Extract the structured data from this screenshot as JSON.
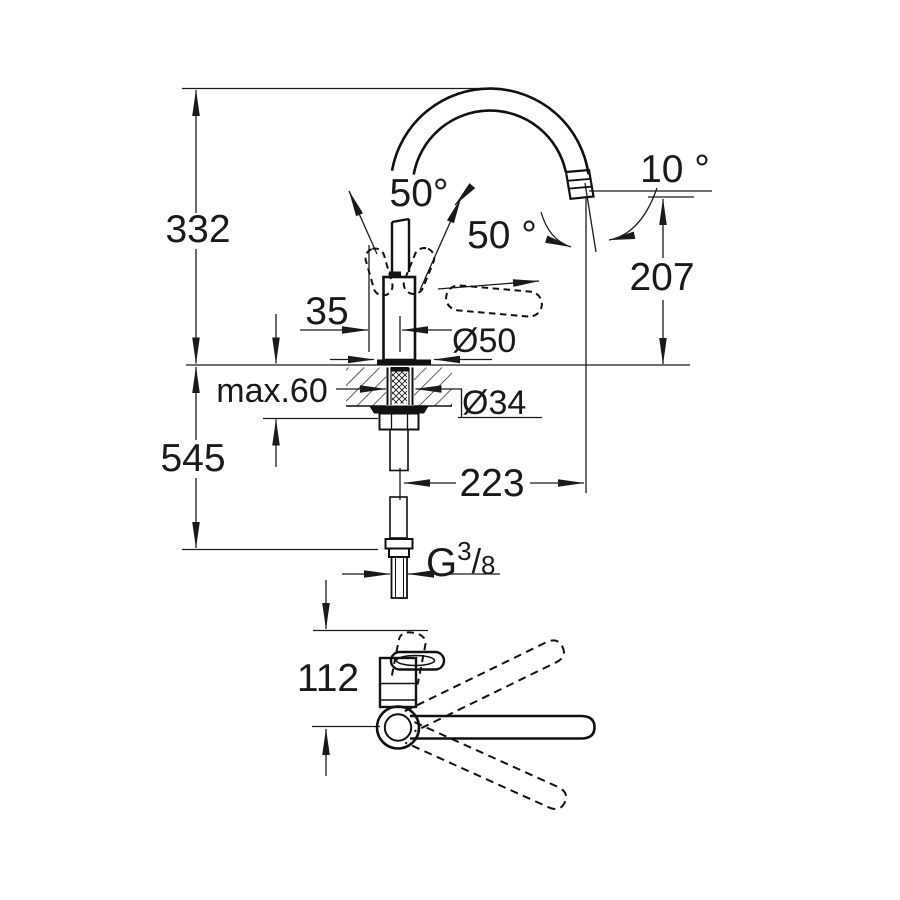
{
  "drawing": {
    "type": "technical-dimension-drawing",
    "subject": "single-lever kitchen sink mixer tap, front view with mounting section and top view",
    "line_color": "#1a1a1a",
    "background_color": "#ffffff",
    "labels": {
      "height_above_deck": "332",
      "height_below_total": "545",
      "deck_thickness_max": "max.60",
      "lever_offset": "35",
      "base_diameter": "Ø50",
      "mounting_hole_diameter": "Ø34",
      "spout_reach": "223",
      "spout_outlet_height": "207",
      "top_view_projection": "112",
      "lever_open_angle": "50°",
      "lever_swing_angle": "50 °",
      "outlet_tilt_angle": "10 °",
      "supply_thread_prefix": "G",
      "supply_thread_numerator": "3",
      "supply_thread_slash": "/",
      "supply_thread_denominator": "8"
    }
  }
}
